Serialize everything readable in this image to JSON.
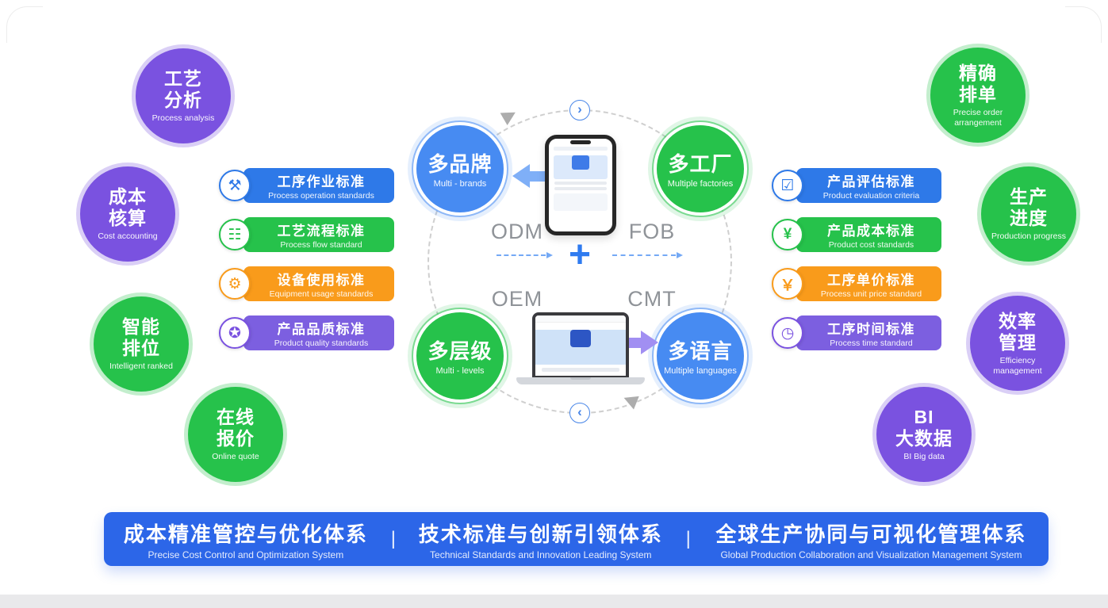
{
  "colors": {
    "purple": "#7A52E0",
    "green": "#26C24B",
    "blue": "#2E79E8",
    "orange": "#F99B1B",
    "node_blue": "#478BF2",
    "bottom_bar_blue": "#2C66E8",
    "mode_text_gray": "#8F9398",
    "plus_blue": "#2F7BF0"
  },
  "left_features": [
    {
      "title": "工艺\n分析",
      "subtitle": "Process analysis"
    },
    {
      "title": "成本\n核算",
      "subtitle": "Cost accounting"
    },
    {
      "title": "智能\n排位",
      "subtitle": "Intelligent ranked"
    },
    {
      "title": "在线\n报价",
      "subtitle": "Online quote"
    }
  ],
  "right_features": [
    {
      "title": "精确\n排单",
      "subtitle": "Precise order arrangement"
    },
    {
      "title": "生产\n进度",
      "subtitle": "Production progress"
    },
    {
      "title": "效率\n管理",
      "subtitle": "Efficiency management"
    },
    {
      "title": "BI\n大数据",
      "subtitle": "BI Big data"
    }
  ],
  "left_standards": [
    {
      "icon": "⚒",
      "title": "工序作业标准",
      "subtitle": "Process operation standards"
    },
    {
      "icon": "☷",
      "title": "工艺流程标准",
      "subtitle": "Process flow standard"
    },
    {
      "icon": "⚙",
      "title": "设备使用标准",
      "subtitle": "Equipment usage standards"
    },
    {
      "icon": "✪",
      "title": "产品品质标准",
      "subtitle": "Product quality standards"
    }
  ],
  "right_standards": [
    {
      "icon": "☑",
      "title": "产品评估标准",
      "subtitle": "Product evaluation criteria"
    },
    {
      "icon": "¥",
      "title": "产品成本标准",
      "subtitle": "Product cost standards"
    },
    {
      "icon": "￥",
      "title": "工序单价标准",
      "subtitle": "Process unit price standard"
    },
    {
      "icon": "◷",
      "title": "工序时间标准",
      "subtitle": "Process time standard"
    }
  ],
  "center": {
    "nodes": [
      {
        "title": "多品牌",
        "subtitle": "Multi - brands"
      },
      {
        "title": "多工厂",
        "subtitle": "Multiple factories"
      },
      {
        "title": "多层级",
        "subtitle": "Multi - levels"
      },
      {
        "title": "多语言",
        "subtitle": "Multiple languages"
      }
    ],
    "modes": [
      "ODM",
      "FOB",
      "OEM",
      "CMT"
    ],
    "plus": "+",
    "chevron_top": "›",
    "chevron_bottom": "‹"
  },
  "bottom_bar": {
    "divider": "|",
    "sections": [
      {
        "title": "成本精准管控与优化体系",
        "subtitle": "Precise Cost Control and Optimization System"
      },
      {
        "title": "技术标准与创新引领体系",
        "subtitle": "Technical Standards and Innovation Leading System"
      },
      {
        "title": "全球生产协同与可视化管理体系",
        "subtitle": "Global Production Collaboration and Visualization Management System"
      }
    ]
  }
}
